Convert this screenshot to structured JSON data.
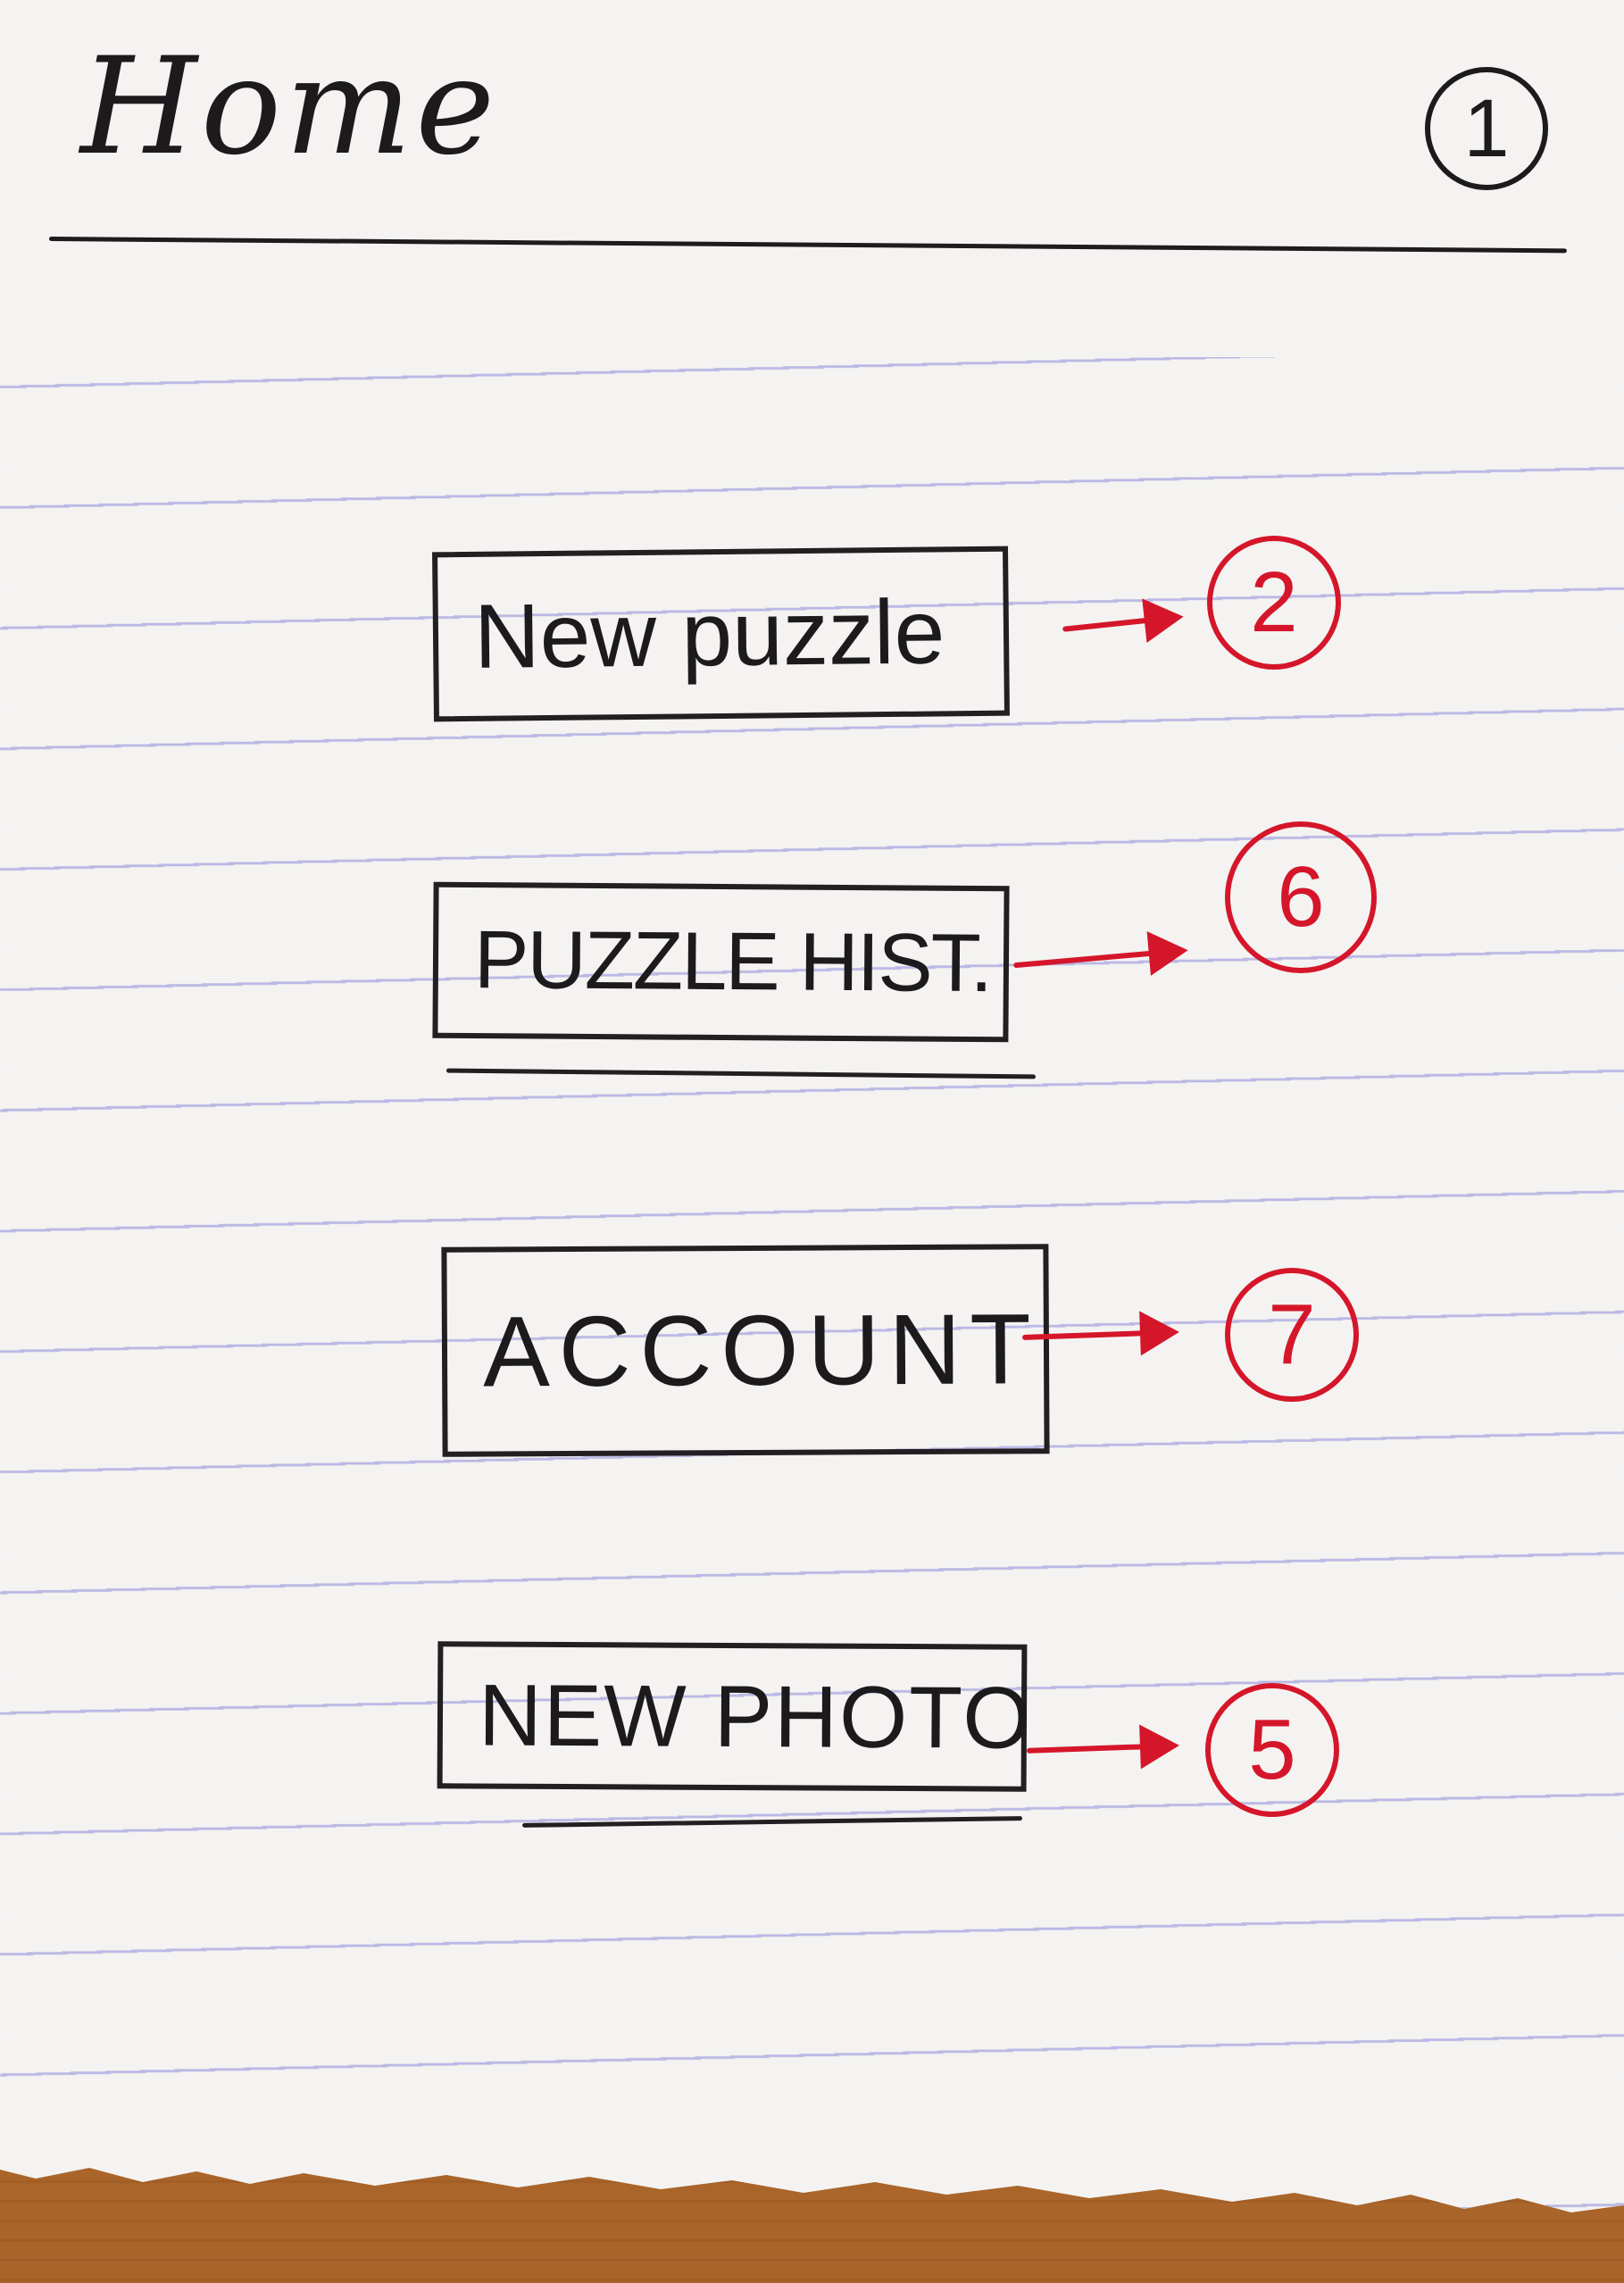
{
  "screen": {
    "title": "Home",
    "number": "1"
  },
  "buttons": [
    {
      "label": "New puzzle",
      "target": "2"
    },
    {
      "label": "PUZZLE HIST.",
      "target": "6"
    },
    {
      "label": "ACCOUNT",
      "target": "7"
    },
    {
      "label": "NEW PHOTO",
      "target": "5"
    }
  ],
  "colors": {
    "ink": "#1c1a1c",
    "annotation": "#d5162a",
    "paper": "#f4f3f1",
    "rule_lines": "#a8a5e0",
    "desk": "#b9732f"
  }
}
